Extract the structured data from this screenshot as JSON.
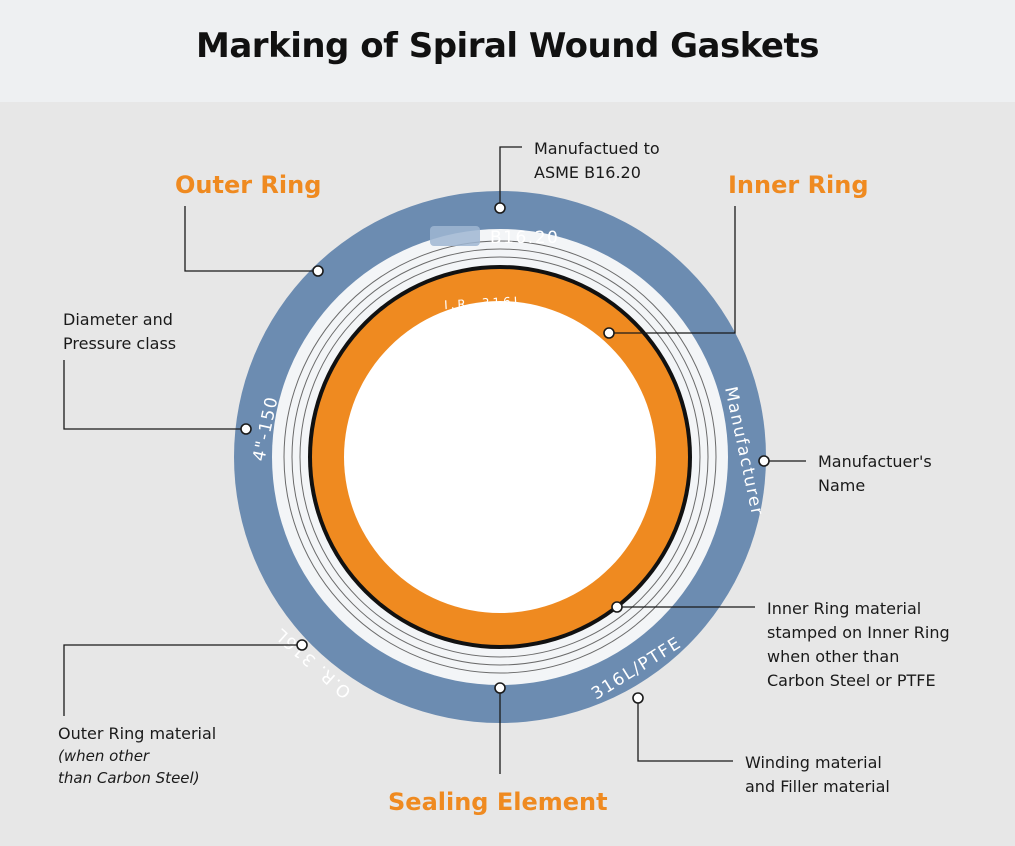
{
  "title": "Marking of Spiral Wound Gaskets",
  "colors": {
    "outer_ring": "#6c8cb1",
    "sealing_element": "#f3f5f7",
    "inner_ring": "#ef8a20",
    "accent": "#ef8a20",
    "background": "#e7e7e7"
  },
  "part_labels": {
    "outer_ring": "Outer Ring",
    "inner_ring": "Inner Ring",
    "sealing_element": "Sealing Element"
  },
  "ring_markings": {
    "standard": "B16.20",
    "size_class": "4\"-150",
    "manufacturer": "Manufacturer",
    "outer_ring_material": "O.R. 316L",
    "winding_material": "316L/PTFE",
    "inner_ring_material": "I.R. 316L"
  },
  "callouts": {
    "asme": {
      "line1": "Manufactued to",
      "line2": "ASME B16.20"
    },
    "diameter": {
      "line1": "Diameter and",
      "line2": "Pressure class"
    },
    "manufacturer_name": {
      "line1": "Manufactuer's",
      "line2": "Name"
    },
    "inner_ring_material": {
      "line1": "Inner Ring material",
      "line2": "stamped on Inner Ring",
      "line3": "when other than",
      "line4": "Carbon Steel or PTFE"
    },
    "outer_ring_material": {
      "line1": "Outer Ring material",
      "line2": "(when other",
      "line3": "than Carbon Steel)"
    },
    "winding_material": {
      "line1": "Winding material",
      "line2": "and Filler material"
    }
  }
}
